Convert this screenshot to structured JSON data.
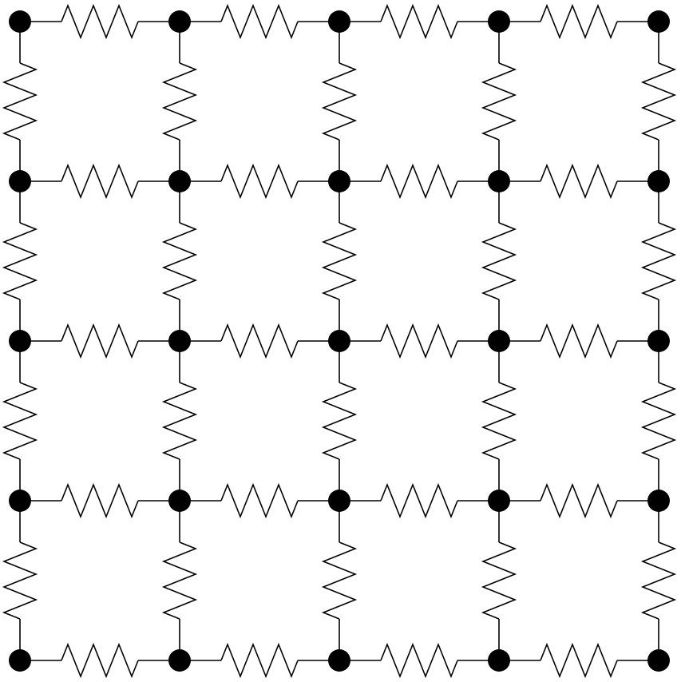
{
  "diagram": {
    "kind": "resistor-lattice",
    "grid": {
      "rows": 5,
      "columns": 5
    },
    "node_shape": "filled-circle",
    "edge_component": "resistor",
    "colors": {
      "line": "#000000",
      "node": "#000000",
      "background": "#ffffff"
    }
  }
}
